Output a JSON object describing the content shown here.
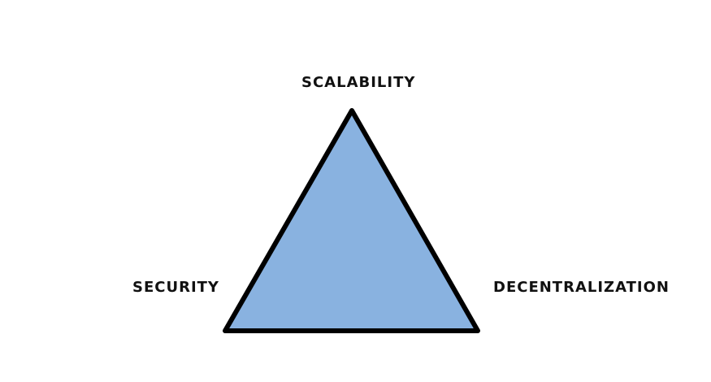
{
  "diagram": {
    "vertices": {
      "top": "SCALABILITY",
      "left": "SECURITY",
      "right": "DECENTRALIZATION"
    },
    "colors": {
      "fill": "#89b2e0",
      "stroke": "#000000",
      "text": "#111111",
      "background": "#ffffff"
    }
  }
}
